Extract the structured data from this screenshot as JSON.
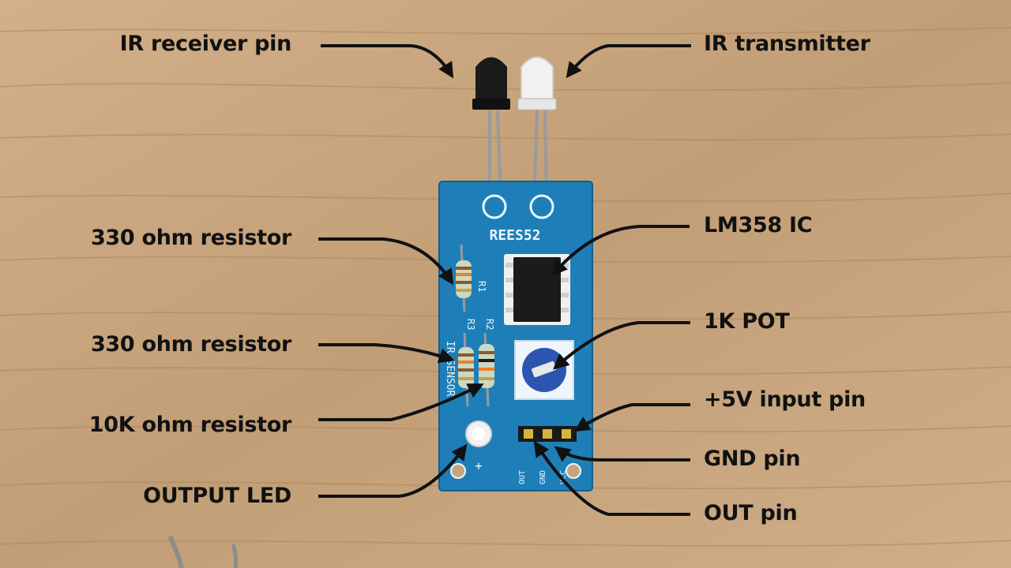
{
  "labels": {
    "ir_receiver_pin": "IR receiver pin",
    "ir_transmitter": "IR transmitter",
    "resistor_330_top": "330 ohm resistor",
    "lm358_ic": "LM358 IC",
    "pot_1k": "1K POT",
    "resistor_330_mid": "330 ohm resistor",
    "input_5v_pin": "+5V input pin",
    "resistor_10k": "10K ohm resistor",
    "gnd_pin": "GND pin",
    "output_led": "OUTPUT LED",
    "out_pin": "OUT pin"
  },
  "board_silkscreen": {
    "model": "REES52",
    "r1": "R1",
    "r2": "R2",
    "r3": "R3",
    "ir_sensor": "IR SENSOR",
    "plus": "+",
    "out": "OUT",
    "gnd": "GND",
    "vcc": "VCC"
  },
  "colors": {
    "wood": "#c9a57e",
    "pcb": "#1e7fb8",
    "ink": "#111111"
  }
}
